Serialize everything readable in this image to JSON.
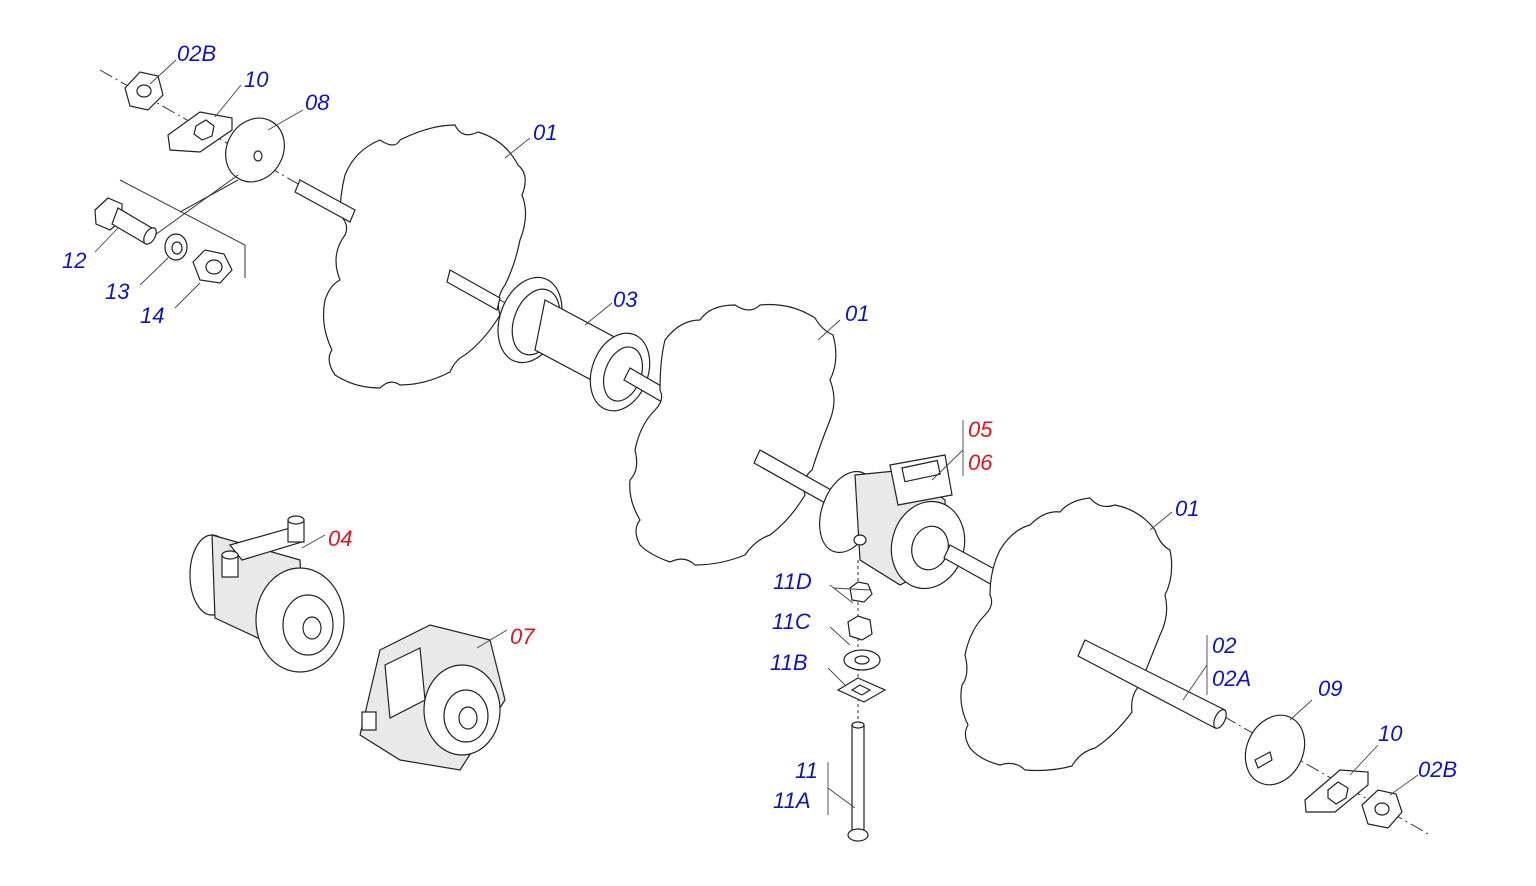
{
  "colors": {
    "label_blue": "#0b14c8",
    "label_red": "#e0141e",
    "line": "#222222"
  },
  "labels": {
    "l_02b_top": "02B",
    "l_10_top": "10",
    "l_08": "08",
    "l_01_a": "01",
    "l_12": "12",
    "l_13": "13",
    "l_14": "14",
    "l_03": "03",
    "l_01_b": "01",
    "l_05": "05",
    "l_06": "06",
    "l_01_c": "01",
    "l_04": "04",
    "l_07": "07",
    "l_11d": "11D",
    "l_11c": "11C",
    "l_11b": "11B",
    "l_11": "11",
    "l_11a": "11A",
    "l_02": "02",
    "l_02a": "02A",
    "l_09": "09",
    "l_10_bot": "10",
    "l_02b_bot": "02B"
  }
}
